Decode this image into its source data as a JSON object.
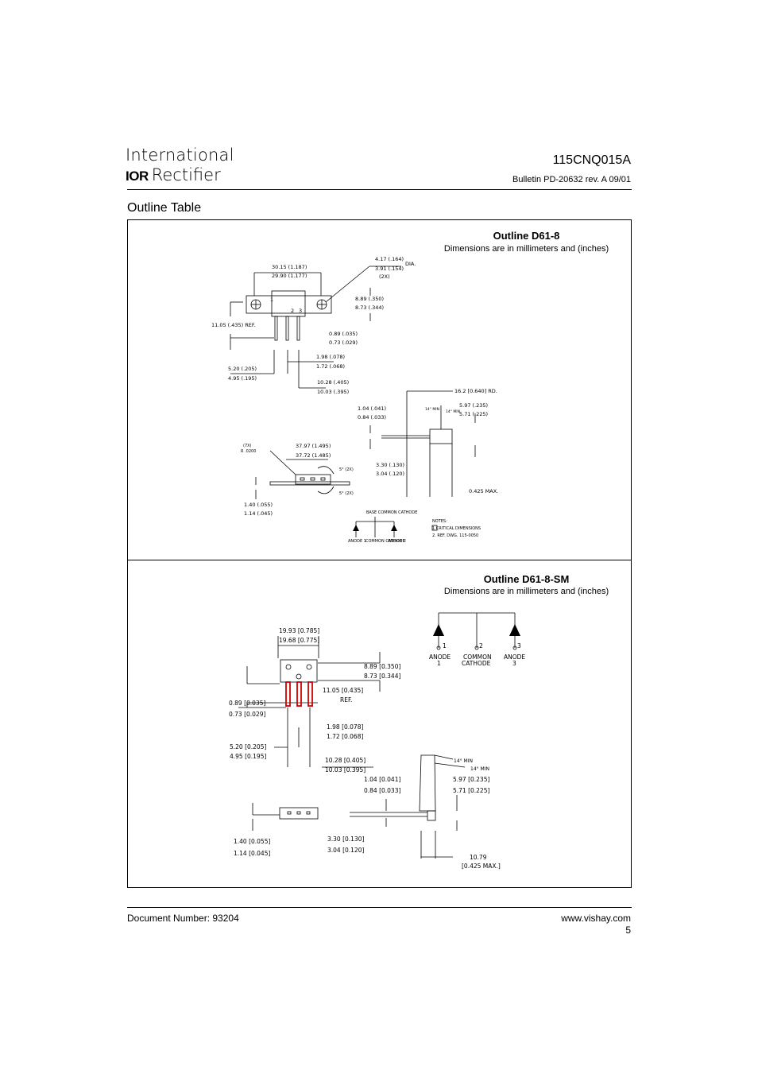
{
  "header": {
    "logo_line1": "International",
    "logo_mark": "IOR",
    "logo_line2": "Rectifier",
    "part_number": "115CNQ015A",
    "bulletin": "Bulletin  PD-20632  rev. A  09/01"
  },
  "section_title": "Outline Table",
  "outline1": {
    "title": "Outline D61-8",
    "subtitle": "Dimensions are in millimeters and (inches)",
    "dims": {
      "w1": "30.15 (1.187)",
      "w2": "29.90 (1.177)",
      "dia1": "4.17 (.164)",
      "dia2": "3.91 (.154)",
      "dia3": "(2X)",
      "dia_label": "DIA.",
      "h1": "8.89 (.350)",
      "h2": "8.73 (.344)",
      "ref": "11.05 (.435) REF.",
      "lead1": "0.89 (.035)",
      "lead2": "0.73 (.029)",
      "pitch1": "1.98 (.078)",
      "pitch2": "1.72 (.068)",
      "pw1": "5.20 (.205)",
      "pw2": "4.95 (.195)",
      "ls1": "10.28 (.405)",
      "ls2": "10.03 (.395)",
      "rd": "16.2 [0.640] RD.",
      "t1": "1.04 (.041)",
      "t2": "0.84 (.033)",
      "ang1": "14° MIN",
      "ang2": "14° MIN",
      "s1": "5.97 (.235)",
      "s2": "5.71 (.225)",
      "r7x": "(7X)",
      "r7xv": "R .0200",
      "bw1": "37.97 (1.495)",
      "bw2": "37.72 (1.485)",
      "deg2x": "5° (2X)",
      "bh1": "3.30 (.130)",
      "bh2": "3.04 (.120)",
      "max": "0.425 MAX.",
      "bt1": "1.40 (.055)",
      "bt2": "1.14 (.045)",
      "base": "BASE COMMON CATHODE",
      "anode1": "ANODE 1",
      "common": "COMMON CATHODE",
      "anode2": "ANODE 2",
      "notes": "NOTES:",
      "note1": "1  CRITICAL DIMENSIONS",
      "note2": "2. REF. DWG. 115-0050",
      "pins": "1  2  3"
    }
  },
  "outline2": {
    "title": "Outline D61-8-SM",
    "subtitle": "Dimensions are in millimeters and (inches)",
    "dims": {
      "w1": "19.93 [0.785]",
      "w2": "19.68 [0.775]",
      "h1": "8.89 [0.350]",
      "h2": "8.73 [0.344]",
      "ref1": "11.05 [0.435]",
      "ref2": "REF.",
      "lead1": "0.89 [0.035]",
      "lead2": "0.73 [0.029]",
      "pitch1": "1.98 [0.078]",
      "pitch2": "1.72 [0.068]",
      "pw1": "5.20 [0.205]",
      "pw2": "4.95 [0.195]",
      "ls1": "10.28 [0.405]",
      "ls2": "10.03 [0.395]",
      "ang1": "14° MIN",
      "ang2": "14° MIN",
      "t1": "1.04 [0.041]",
      "t2": "0.84 [0.033]",
      "s1": "5.97 [0.235]",
      "s2": "5.71 [0.225]",
      "bt1": "1.40 [0.055]",
      "bt2": "1.14 [0.045]",
      "bh1": "3.30 [0.130]",
      "bh2": "3.04 [0.120]",
      "max1": "10.79",
      "max2": "[0.425 MAX.]",
      "anode1": "ANODE",
      "anode1n": "1",
      "common": "COMMON",
      "common2": "CATHODE",
      "commonn": "2",
      "anode3": "ANODE",
      "anode3n": "3",
      "n1": "1",
      "n2": "2",
      "n3": "3"
    }
  },
  "footer": {
    "doc_number": "Document Number: 93204",
    "website": "www.vishay.com",
    "page": "5"
  }
}
